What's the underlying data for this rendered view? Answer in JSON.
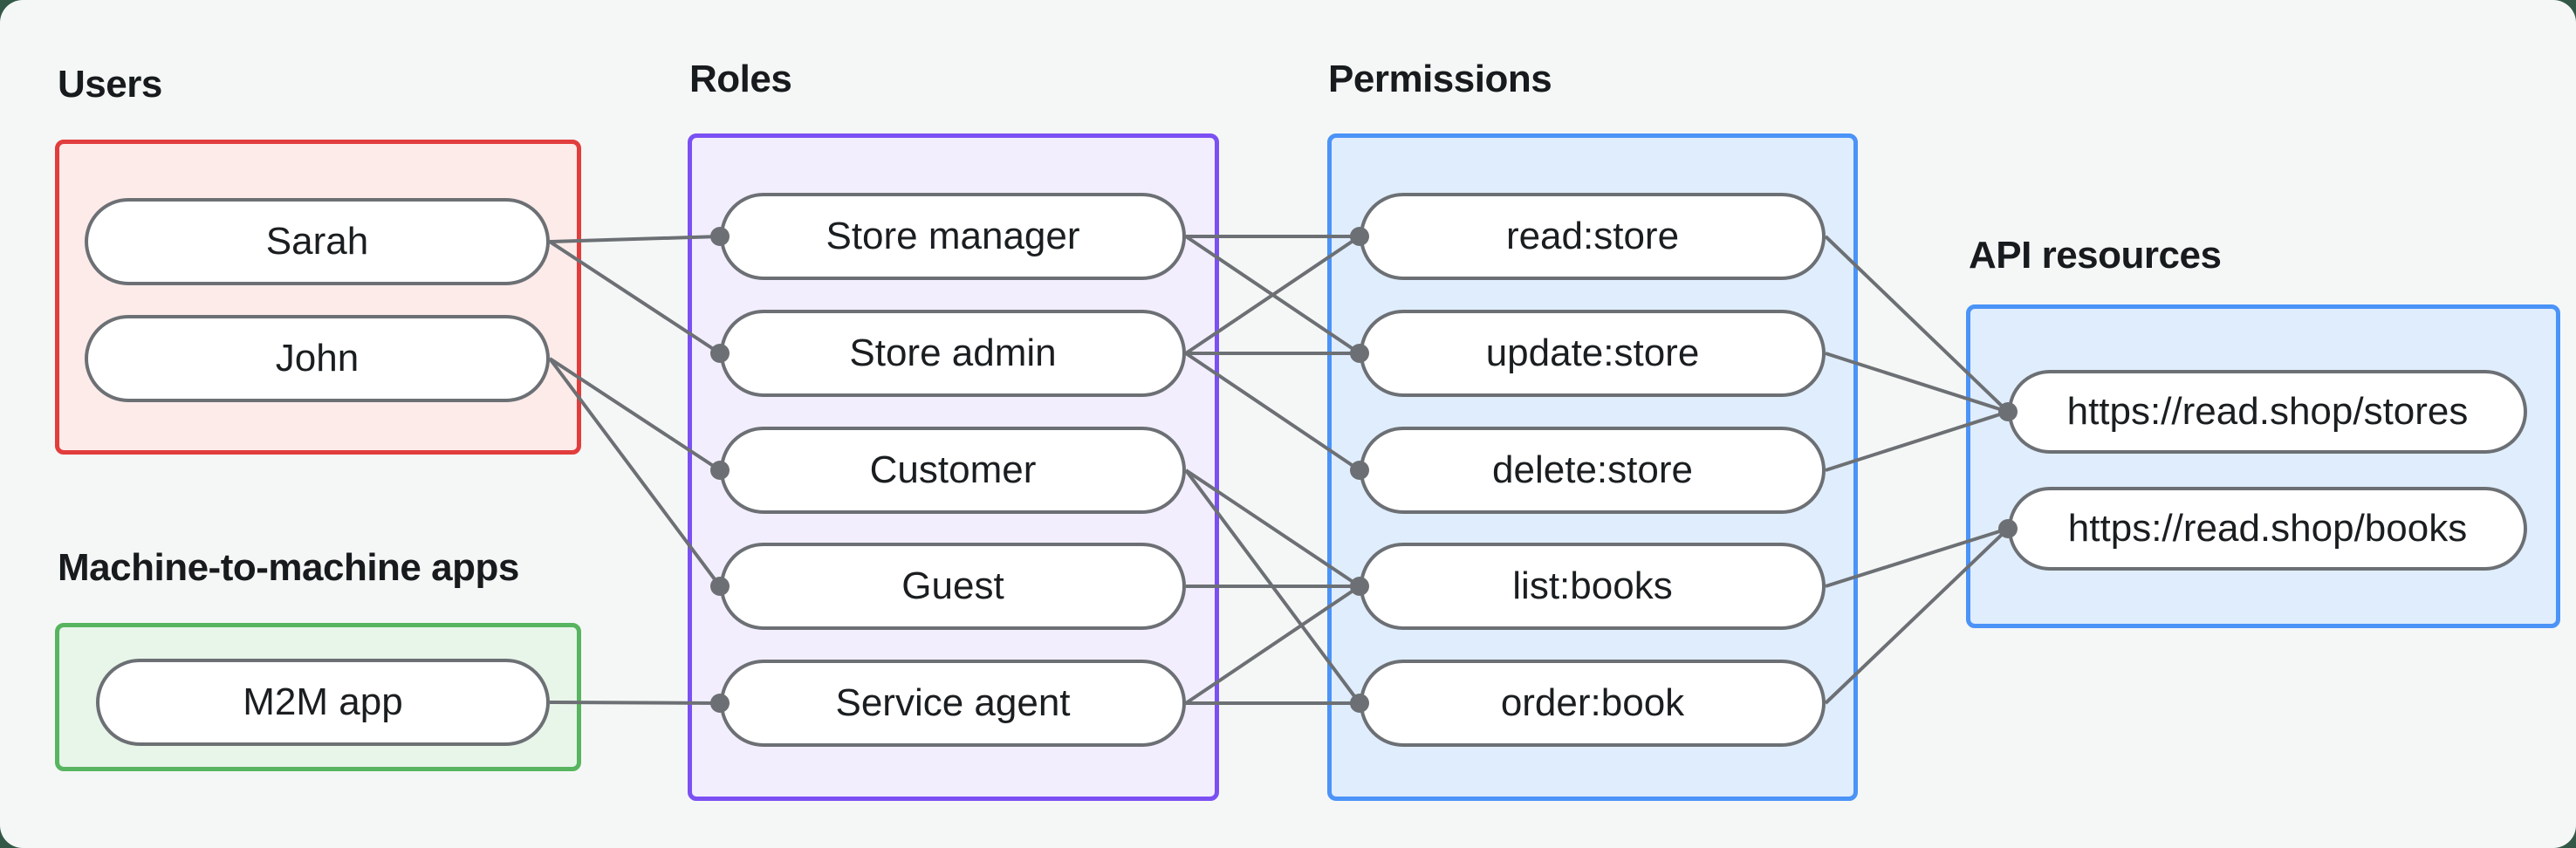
{
  "canvas": {
    "background": "#f5f7f6",
    "outer_background": "#335847"
  },
  "styles": {
    "node_border_color": "#6c7074",
    "edge_color": "#6c7074",
    "dot_color": "#6c7074",
    "text_color": "#1b1e20",
    "edge_width": 4,
    "dot_radius": 11
  },
  "groups": [
    {
      "id": "users",
      "label": "Users",
      "border": "#e23d3d",
      "fill": "#fcebe9"
    },
    {
      "id": "m2m",
      "label": "Machine-to-machine apps",
      "border": "#57b45f",
      "fill": "#e8f5e9"
    },
    {
      "id": "roles",
      "label": "Roles",
      "border": "#7b50f3",
      "fill": "#f3eefe"
    },
    {
      "id": "permissions",
      "label": "Permissions",
      "border": "#4b93f7",
      "fill": "#e0edfc"
    },
    {
      "id": "api",
      "label": "API resources",
      "border": "#4b93f7",
      "fill": "#e0edfc"
    }
  ],
  "nodes": {
    "sarah": "Sarah",
    "john": "John",
    "m2m-app": "M2M app",
    "store-manager": "Store manager",
    "store-admin": "Store admin",
    "customer": "Customer",
    "guest": "Guest",
    "service-agent": "Service agent",
    "read-store": "read:store",
    "update-store": "update:store",
    "delete-store": "delete:store",
    "list-books": "list:books",
    "order-book": "order:book",
    "api-stores": "https://read.shop/stores",
    "api-books": "https://read.shop/books"
  },
  "edges": [
    {
      "from": "sarah",
      "to": "store-manager"
    },
    {
      "from": "sarah",
      "to": "store-admin"
    },
    {
      "from": "john",
      "to": "customer"
    },
    {
      "from": "john",
      "to": "guest"
    },
    {
      "from": "m2m-app",
      "to": "service-agent"
    },
    {
      "from": "store-manager",
      "to": "read-store"
    },
    {
      "from": "store-manager",
      "to": "update-store"
    },
    {
      "from": "store-admin",
      "to": "read-store"
    },
    {
      "from": "store-admin",
      "to": "update-store"
    },
    {
      "from": "store-admin",
      "to": "delete-store"
    },
    {
      "from": "customer",
      "to": "list-books"
    },
    {
      "from": "customer",
      "to": "order-book"
    },
    {
      "from": "guest",
      "to": "list-books"
    },
    {
      "from": "service-agent",
      "to": "list-books"
    },
    {
      "from": "service-agent",
      "to": "order-book"
    },
    {
      "from": "read-store",
      "to": "api-stores"
    },
    {
      "from": "update-store",
      "to": "api-stores"
    },
    {
      "from": "delete-store",
      "to": "api-stores"
    },
    {
      "from": "list-books",
      "to": "api-books"
    },
    {
      "from": "order-book",
      "to": "api-books"
    }
  ]
}
